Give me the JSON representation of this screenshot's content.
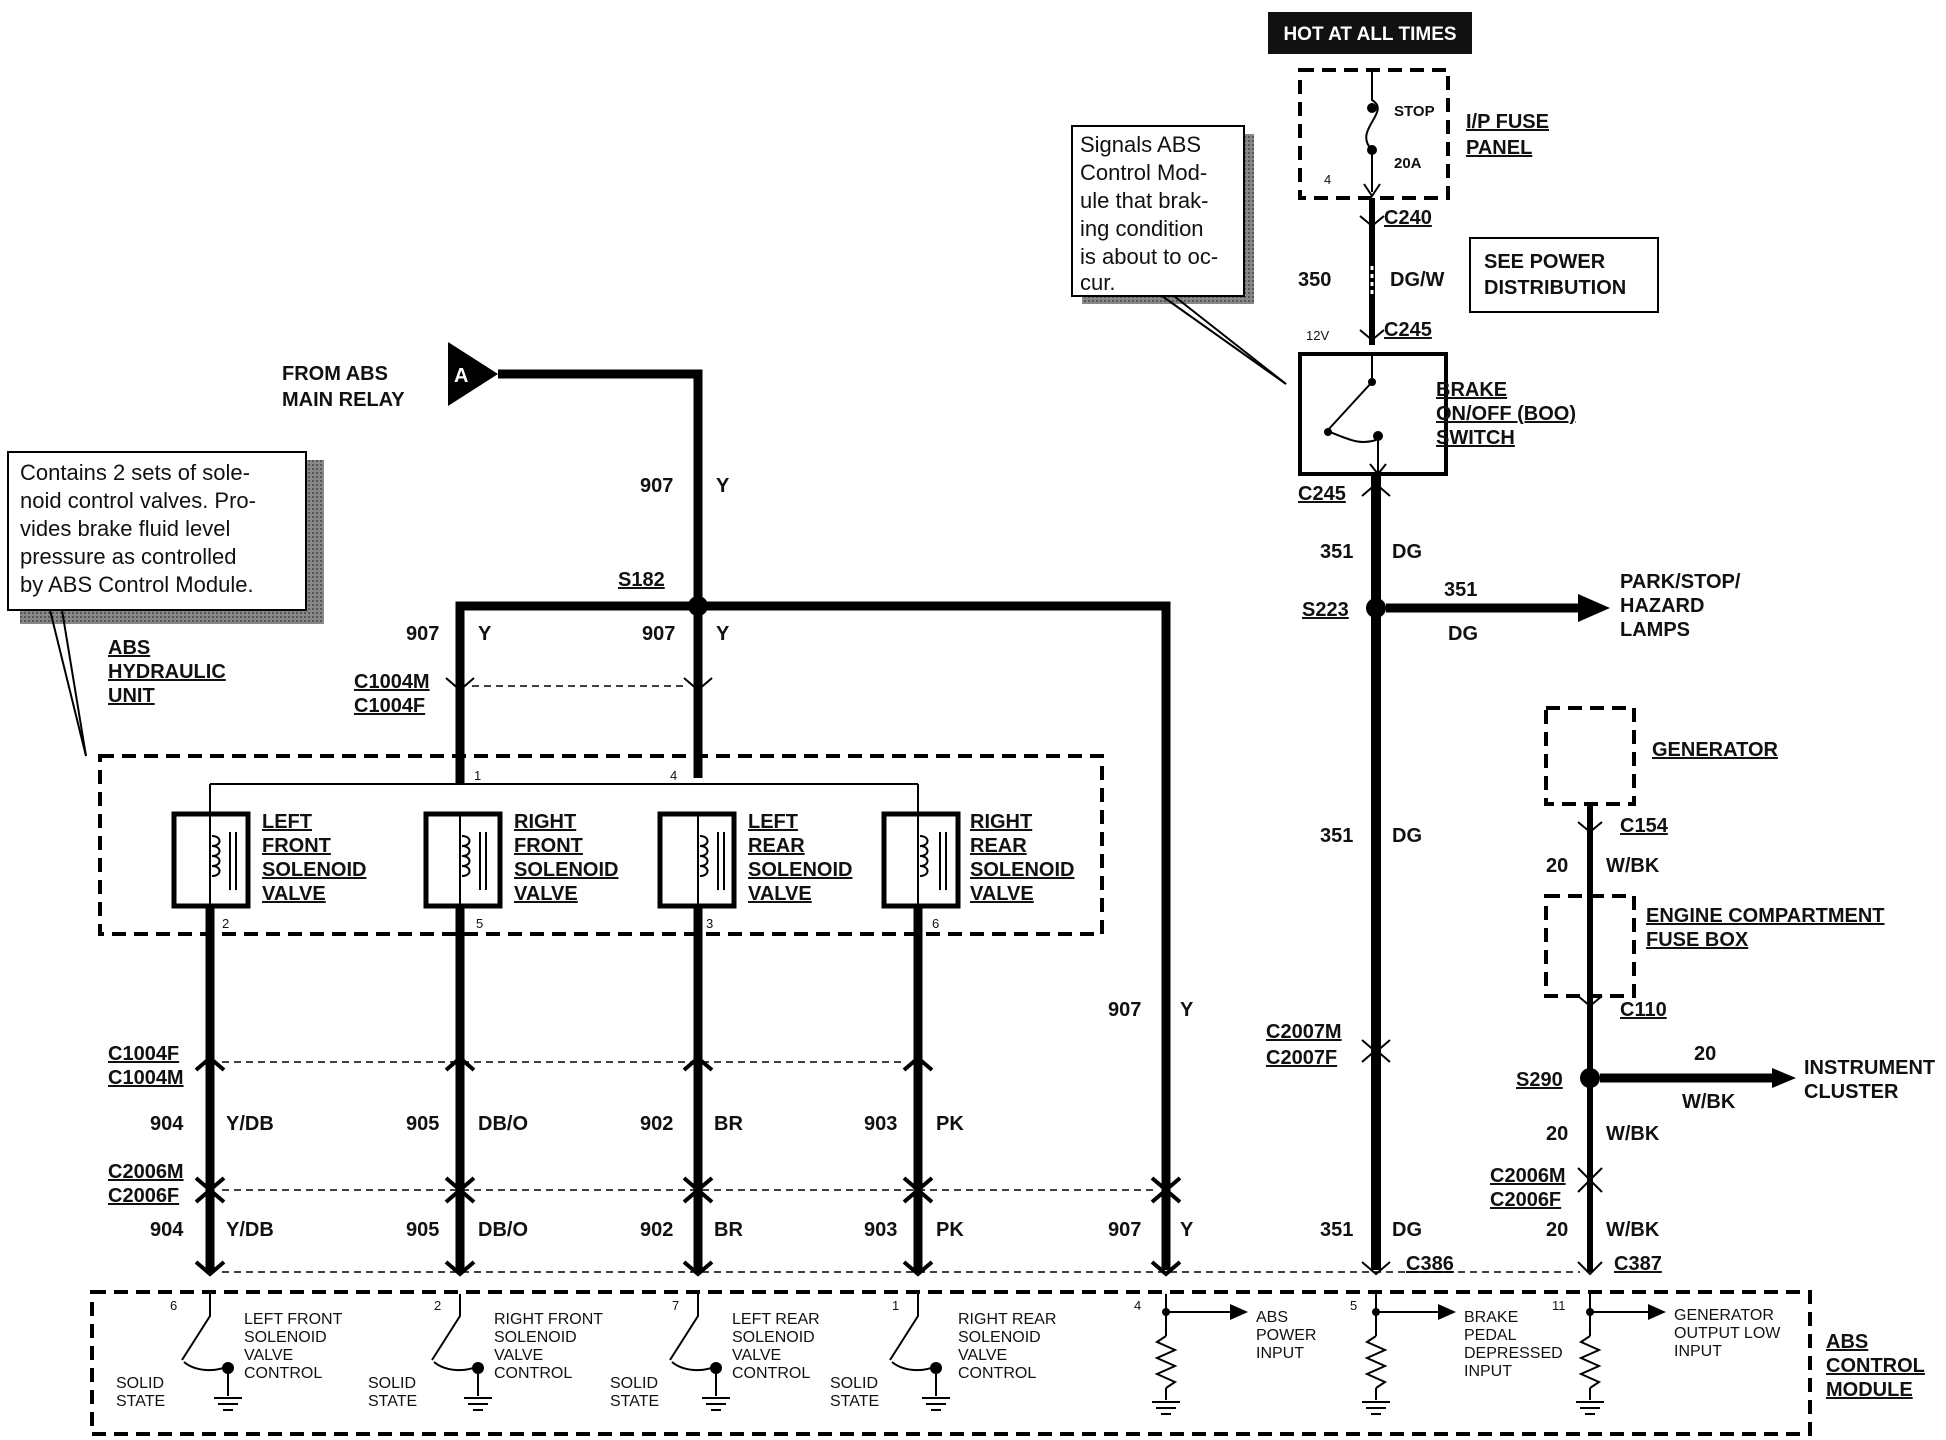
{
  "power": {
    "hot_label": "HOT AT ALL TIMES",
    "fuse_name": "STOP",
    "fuse_rating": "20A",
    "fuse_pin": "4",
    "fuse_panel": "I/P FUSE",
    "fuse_panel2": "PANEL",
    "see_power_1": "SEE POWER",
    "see_power_2": "DISTRIBUTION"
  },
  "notes": {
    "boo_note": [
      "Signals ABS",
      "Control Mod-",
      "ule that brak-",
      "ing condition",
      "is about to oc-",
      "cur."
    ],
    "hcu_note": [
      "Contains 2 sets of sole-",
      "noid control valves. Pro-",
      "vides brake fluid level",
      "pressure as controlled",
      "by ABS Control Module."
    ]
  },
  "components": {
    "boo_switch": [
      "BRAKE",
      "ON/OFF (BOO)",
      "SWITCH"
    ],
    "hcu": [
      "ABS",
      "HYDRAULIC",
      "UNIT"
    ],
    "generator": "GENERATOR",
    "ecfb": [
      "ENGINE COMPARTMENT",
      "FUSE BOX"
    ],
    "instrument_cluster": [
      "INSTRUMENT",
      "CLUSTER"
    ],
    "park_lamps": [
      "PARK/STOP/",
      "HAZARD",
      "LAMPS"
    ],
    "from_relay": [
      "FROM ABS",
      "MAIN RELAY"
    ],
    "relay_ref": "A",
    "abs_module": [
      "ABS",
      "CONTROL",
      "MODULE"
    ]
  },
  "valves": [
    {
      "name": [
        "LEFT",
        "FRONT",
        "SOLENOID",
        "VALVE"
      ],
      "top_pin": "",
      "bottom_pin": "2"
    },
    {
      "name": [
        "RIGHT",
        "FRONT",
        "SOLENOID",
        "VALVE"
      ],
      "top_pin": "1",
      "bottom_pin": "5"
    },
    {
      "name": [
        "LEFT",
        "REAR",
        "SOLENOID",
        "VALVE"
      ],
      "top_pin": "4",
      "bottom_pin": "3"
    },
    {
      "name": [
        "RIGHT",
        "REAR",
        "SOLENOID",
        "VALVE"
      ],
      "top_pin": "",
      "bottom_pin": "6"
    }
  ],
  "connectors": {
    "c240": "C240",
    "c245a": "C245",
    "c245b": "C245",
    "v12": "12V",
    "c1004m_top": "C1004M",
    "c1004f_top": "C1004F",
    "c1004f_bot": "C1004F",
    "c1004m_bot": "C1004M",
    "c2006m": "C2006M",
    "c2006f": "C2006F",
    "c2006m_r": "C2006M",
    "c2006f_r": "C2006F",
    "c2007m": "C2007M",
    "c2007f": "C2007F",
    "c154": "C154",
    "c110": "C110",
    "c386": "C386",
    "c387": "C387",
    "s182": "S182",
    "s223": "S223",
    "s290": "S290"
  },
  "wires": {
    "w350": "350",
    "c350": "DG/W",
    "w351": "351",
    "c351": "DG",
    "w907": "907",
    "c907": "Y",
    "w904": "904",
    "c904": "Y/DB",
    "w905": "905",
    "c905": "DB/O",
    "w902": "902",
    "c902": "BR",
    "w903": "903",
    "c903": "PK",
    "w20": "20",
    "c20": "W/BK"
  },
  "module_inputs": [
    {
      "pin": "6",
      "label": [
        "LEFT FRONT",
        "SOLENOID",
        "VALVE",
        "CONTROL"
      ],
      "state": [
        "SOLID",
        "STATE"
      ]
    },
    {
      "pin": "2",
      "label": [
        "RIGHT FRONT",
        "SOLENOID",
        "VALVE",
        "CONTROL"
      ],
      "state": [
        "SOLID",
        "STATE"
      ]
    },
    {
      "pin": "7",
      "label": [
        "LEFT REAR",
        "SOLENOID",
        "VALVE",
        "CONTROL"
      ],
      "state": [
        "SOLID",
        "STATE"
      ]
    },
    {
      "pin": "1",
      "label": [
        "RIGHT REAR",
        "SOLENOID",
        "VALVE",
        "CONTROL"
      ],
      "state": [
        "SOLID",
        "STATE"
      ]
    },
    {
      "pin": "4",
      "label": [
        "ABS",
        "POWER",
        "INPUT"
      ]
    },
    {
      "pin": "5",
      "label": [
        "BRAKE",
        "PEDAL",
        "DEPRESSED",
        "INPUT"
      ]
    },
    {
      "pin": "11",
      "label": [
        "GENERATOR",
        "OUTPUT LOW",
        "INPUT"
      ]
    }
  ]
}
